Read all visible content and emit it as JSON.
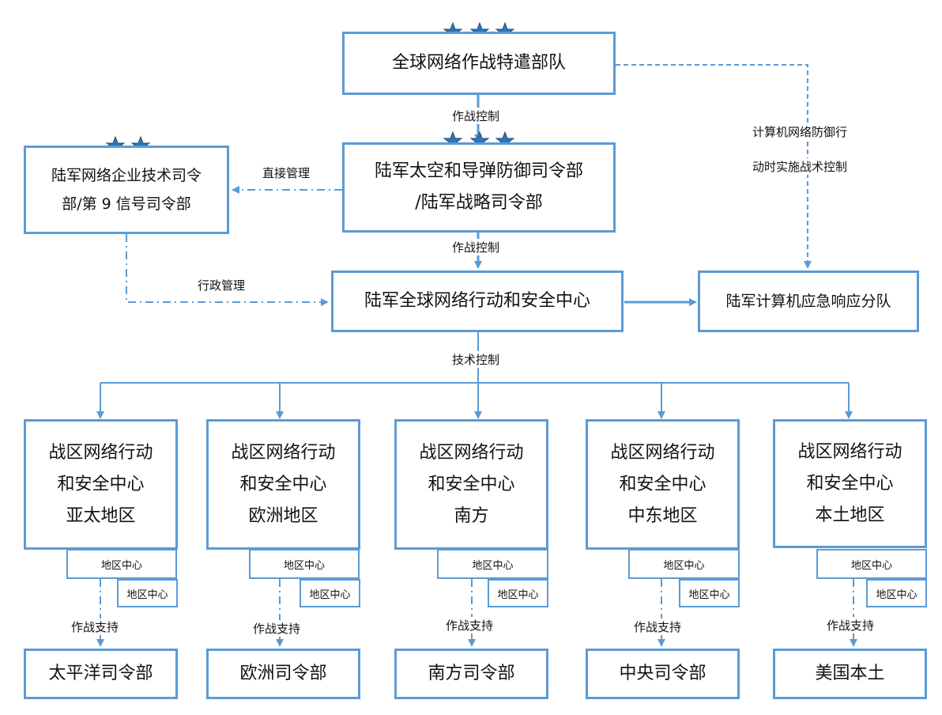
{
  "top": {
    "name": "全球网络作战特遣部队"
  },
  "strategic": {
    "line1": "陆军太空和导弹防御司令部",
    "line2": "/陆军战略司令部"
  },
  "enterprise": {
    "line1": "陆军网络企业技术司令",
    "line2": "部/第 9 信号司令部"
  },
  "center": {
    "name": "陆军全球网络行动和安全中心"
  },
  "cert": {
    "name": "陆军计算机应急响应分队"
  },
  "labels": {
    "op_control_1": "作战控制",
    "op_control_2": "作战控制",
    "direct_mgmt": "直接管理",
    "admin_mgmt": "行政管理",
    "tech_control": "技术控制",
    "defense_line1": "计算机网络防御行",
    "defense_line2": "动时实施战术控制"
  },
  "regions": [
    {
      "l1": "战区网络行动",
      "l2": "和安全中心",
      "l3": "亚太地区",
      "sub1": "地区中心",
      "sub2": "地区中心",
      "support": "作战支持",
      "command": "太平洋司令部"
    },
    {
      "l1": "战区网络行动",
      "l2": "和安全中心",
      "l3": "欧洲地区",
      "sub1": "地区中心",
      "sub2": "地区中心",
      "support": "作战支持",
      "command": "欧洲司令部"
    },
    {
      "l1": "战区网络行动",
      "l2": "和安全中心",
      "l3": "南方",
      "sub1": "地区中心",
      "sub2": "地区中心",
      "support": "作战支持",
      "command": "南方司令部"
    },
    {
      "l1": "战区网络行动",
      "l2": "和安全中心",
      "l3": "中东地区",
      "sub1": "地区中心",
      "sub2": "地区中心",
      "support": "作战支持",
      "command": "中央司令部"
    },
    {
      "l1": "战区网络行动",
      "l2": "和安全中心",
      "l3": "本土地区",
      "sub1": "地区中心",
      "sub2": "地区中心",
      "support": "作战支持",
      "command": "美国本土"
    }
  ],
  "colors": {
    "accent": "#5b9bd5",
    "star": "#2e75b6"
  }
}
